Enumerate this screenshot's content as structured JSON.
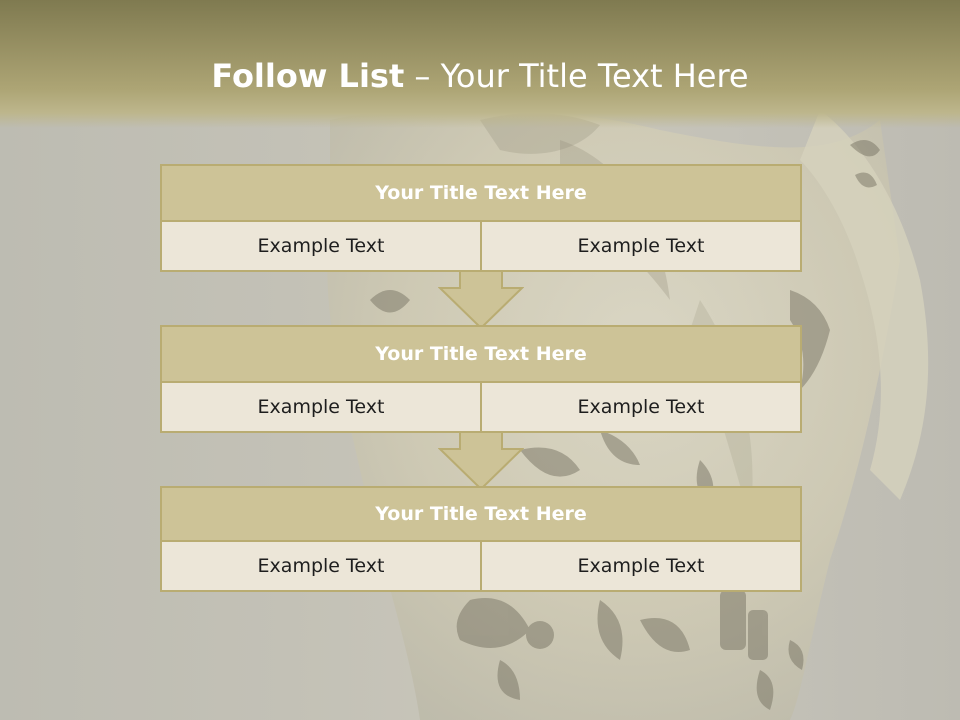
{
  "slide": {
    "title_bold": "Follow List",
    "title_rest": " – Your Title Text Here"
  },
  "boxes": [
    {
      "title": "Your Title Text Here",
      "left": "Example Text",
      "right": "Example Text"
    },
    {
      "title": "Your Title Text Here",
      "left": "Example Text",
      "right": "Example Text"
    },
    {
      "title": "Your Title Text Here",
      "left": "Example Text",
      "right": "Example Text"
    }
  ],
  "colors": {
    "header": "#968f62",
    "box_title_fill": "#cdc397",
    "box_cell_fill": "#ece6d8",
    "border": "#b9ac72",
    "arrow_fill": "#cdc397"
  },
  "icons": {
    "arrow": "down-arrow-icon",
    "background": "tattooed-figure-image"
  }
}
